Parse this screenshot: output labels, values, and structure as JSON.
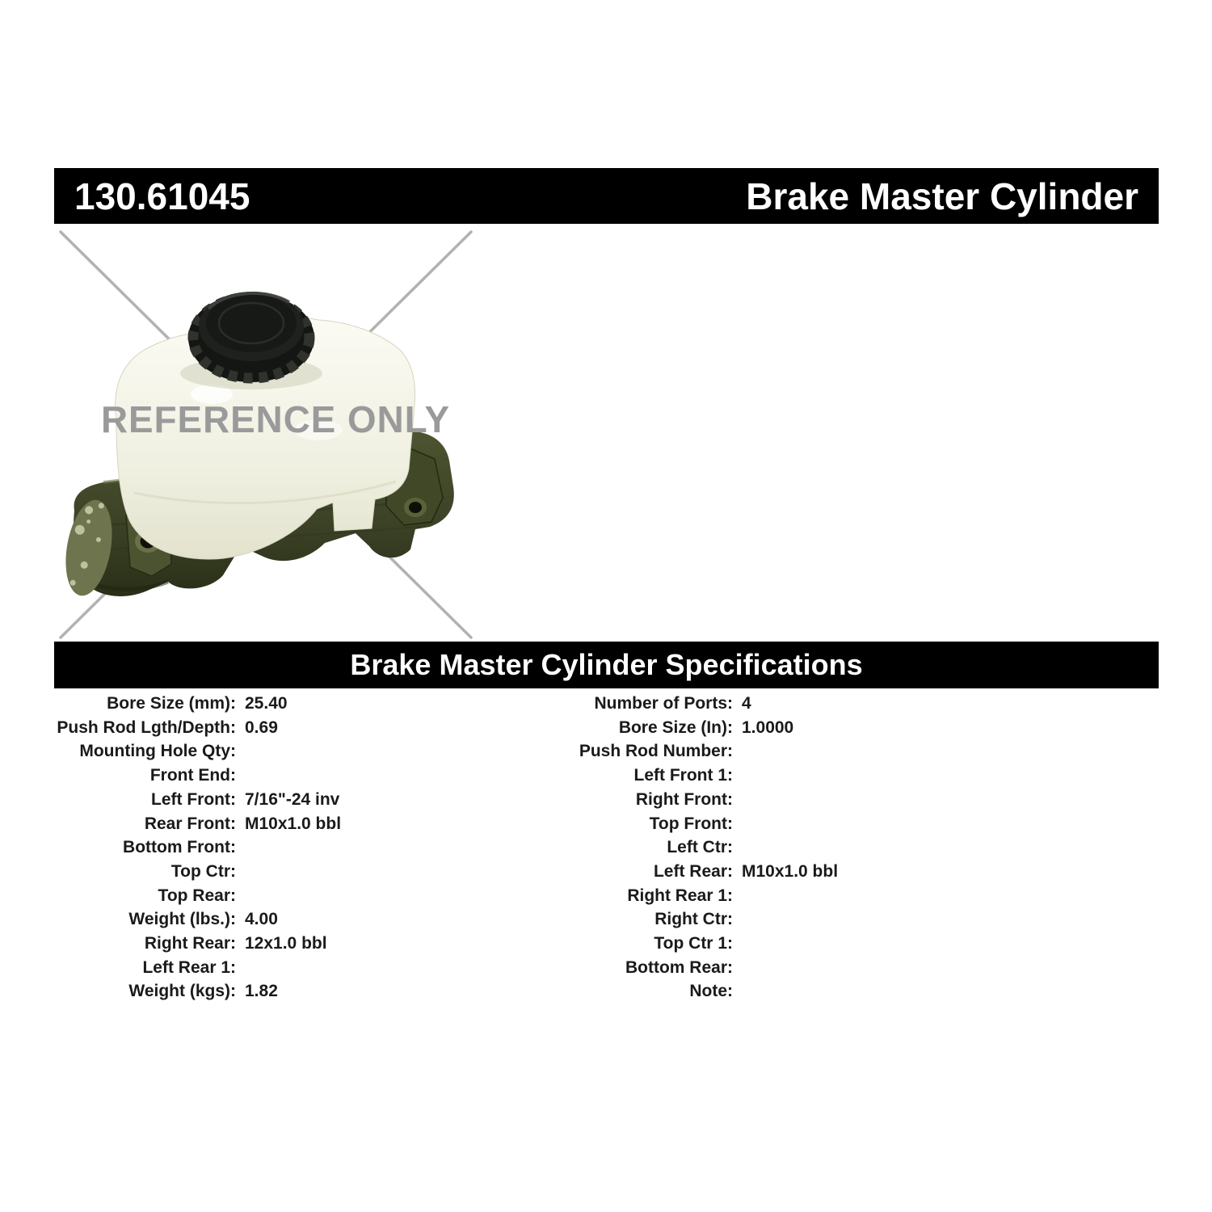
{
  "header": {
    "part_number": "130.61045",
    "product_title": "Brake Master Cylinder"
  },
  "photo": {
    "watermark": "REFERENCE ONLY"
  },
  "specs": {
    "title": "Brake Master Cylinder Specifications",
    "left": [
      {
        "label": "Bore Size (mm):",
        "value": "25.40"
      },
      {
        "label": "Push Rod Lgth/Depth:",
        "value": "0.69"
      },
      {
        "label": "Mounting Hole Qty:",
        "value": ""
      },
      {
        "label": "Front End:",
        "value": ""
      },
      {
        "label": "Left Front:",
        "value": "7/16\"-24 inv"
      },
      {
        "label": "Rear Front:",
        "value": "M10x1.0 bbl"
      },
      {
        "label": "Bottom Front:",
        "value": ""
      },
      {
        "label": "Top Ctr:",
        "value": ""
      },
      {
        "label": "Top Rear:",
        "value": ""
      },
      {
        "label": "Weight (lbs.):",
        "value": "4.00"
      },
      {
        "label": "Right Rear:",
        "value": "12x1.0 bbl"
      },
      {
        "label": "Left Rear 1:",
        "value": ""
      },
      {
        "label": "Weight (kgs):",
        "value": "1.82"
      }
    ],
    "right": [
      {
        "label": "Number of Ports:",
        "value": "4"
      },
      {
        "label": "Bore Size (In):",
        "value": "1.0000"
      },
      {
        "label": "Push Rod Number:",
        "value": ""
      },
      {
        "label": "Left Front 1:",
        "value": ""
      },
      {
        "label": "Right Front:",
        "value": ""
      },
      {
        "label": "Top Front:",
        "value": ""
      },
      {
        "label": "Left Ctr:",
        "value": ""
      },
      {
        "label": "Left Rear:",
        "value": "M10x1.0 bbl"
      },
      {
        "label": "Right Rear 1:",
        "value": ""
      },
      {
        "label": "Right Ctr:",
        "value": ""
      },
      {
        "label": "Top Ctr 1:",
        "value": ""
      },
      {
        "label": "Bottom Rear:",
        "value": ""
      },
      {
        "label": "Note:",
        "value": ""
      }
    ]
  },
  "colors": {
    "page_background": "#ffffff",
    "bar_background": "#000000",
    "bar_text": "#ffffff",
    "spec_text": "#1a1a1a",
    "watermark": "#9a9a9a",
    "diagonal_line": "#b2b2b2",
    "reservoir": "#f2f2e7",
    "cap": "#141614",
    "body": "#3c4226"
  }
}
